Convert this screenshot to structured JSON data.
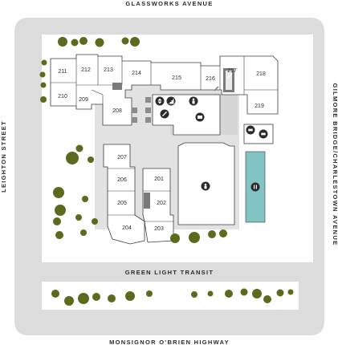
{
  "streets": {
    "north": "GLASSWORKS AVENUE",
    "west": "LEIGHTON STREET",
    "east": "GILMORE BRIDGE/CHARLESTOWN AVENUE",
    "south": "MONSIGNOR O'BRIEN HIGHWAY",
    "transit": "GREEN LIGHT TRANSIT"
  },
  "units": {
    "u211": "211",
    "u212": "212",
    "u213": "213",
    "u214": "214",
    "u215": "215",
    "u216": "216",
    "u217": "217",
    "u218": "218",
    "u219": "219",
    "u210": "210",
    "u209": "209",
    "u208": "208",
    "u207": "207",
    "u206": "206",
    "u205": "205",
    "u204": "204",
    "u203": "203",
    "u202": "202",
    "u201": "201"
  },
  "icons": [
    "elevator-icon",
    "stairs-icon",
    "person-icon",
    "gym-icon",
    "bike-icon",
    "pool-icon",
    "parking-icon",
    "mail-icon"
  ],
  "colors": {
    "ground": "#dcdcdc",
    "road": "#ffffff",
    "building": "#ffffff",
    "courtyard": "#e2e2e2",
    "pool": "#82c3c3",
    "tree": "#5b6b1e",
    "service": "#7a7a7a"
  }
}
